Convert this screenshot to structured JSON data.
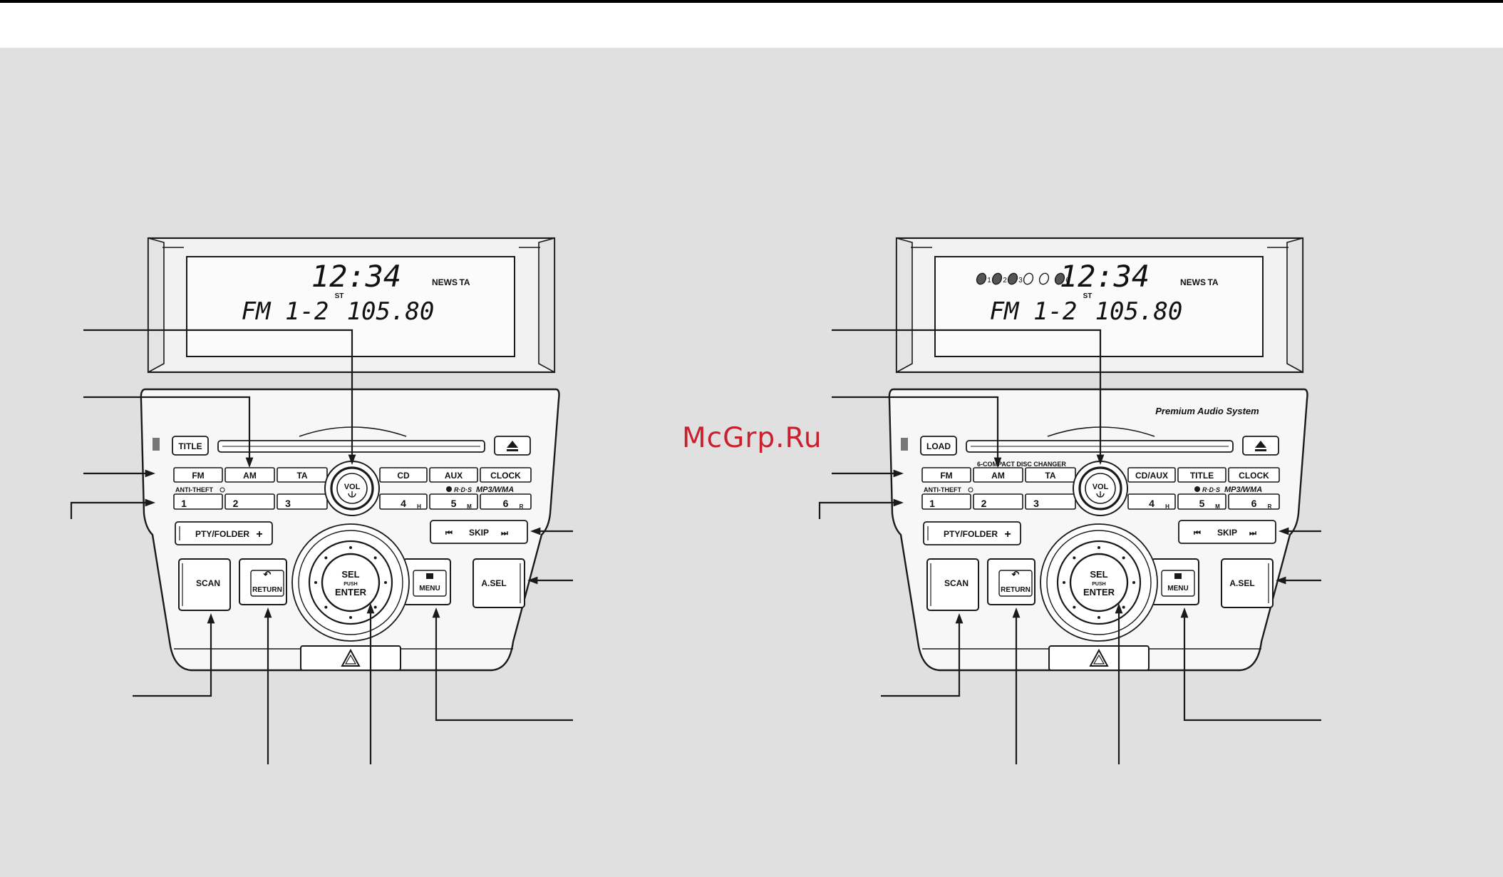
{
  "watermark": "McGrp.Ru",
  "units": {
    "left": {
      "display": {
        "time": "12:34",
        "band_freq": "FM 1-2",
        "freq": "105.80",
        "news": "NEWS",
        "ta": "TA",
        "st": "ST"
      },
      "slot_button": "TITLE",
      "eject_icon": "eject-icon",
      "band_buttons": [
        "FM",
        "AM",
        "TA",
        "CD",
        "AUX",
        "CLOCK"
      ],
      "anti_theft": "ANTI-THEFT",
      "rds_text": "R·D·S",
      "mp3": "MP3/WMA",
      "presets": [
        "1",
        "2",
        "3",
        "4",
        "5",
        "6"
      ],
      "preset_subs": [
        "H",
        "M",
        "R"
      ],
      "vol_label": "VOL",
      "pty_button": "PTY/FOLDER",
      "skip_label": "SKIP",
      "scan_button": "SCAN",
      "return_button": "RETURN",
      "sel_top": "SEL",
      "sel_push": "PUSH",
      "sel_enter": "ENTER",
      "menu_button": "MENU",
      "asel_button": "A.SEL"
    },
    "right": {
      "display": {
        "time": "12:34",
        "band_freq": "FM 1-2",
        "freq": "105.80",
        "news": "NEWS",
        "ta": "TA",
        "st": "ST",
        "discs": [
          "1",
          "2",
          "3",
          "",
          "",
          "6"
        ]
      },
      "brand": "Premium Audio System",
      "slot_button": "LOAD",
      "eject_icon": "eject-icon",
      "changer_label": "6-COMPACT DISC CHANGER",
      "band_buttons": [
        "FM",
        "AM",
        "TA",
        "CD/AUX",
        "TITLE",
        "CLOCK"
      ],
      "anti_theft": "ANTI-THEFT",
      "rds_text": "R·D·S",
      "mp3": "MP3/WMA",
      "presets": [
        "1",
        "2",
        "3",
        "4",
        "5",
        "6"
      ],
      "preset_subs": [
        "H",
        "M",
        "R"
      ],
      "vol_label": "VOL",
      "pty_button": "PTY/FOLDER",
      "skip_label": "SKIP",
      "scan_button": "SCAN",
      "return_button": "RETURN",
      "sel_top": "SEL",
      "sel_push": "PUSH",
      "sel_enter": "ENTER",
      "menu_button": "MENU",
      "asel_button": "A.SEL"
    }
  },
  "colors": {
    "page": "#e0e0e0",
    "line": "#1a1a1a",
    "panel": "#f7f7f7",
    "watermark": "#c8202c"
  }
}
